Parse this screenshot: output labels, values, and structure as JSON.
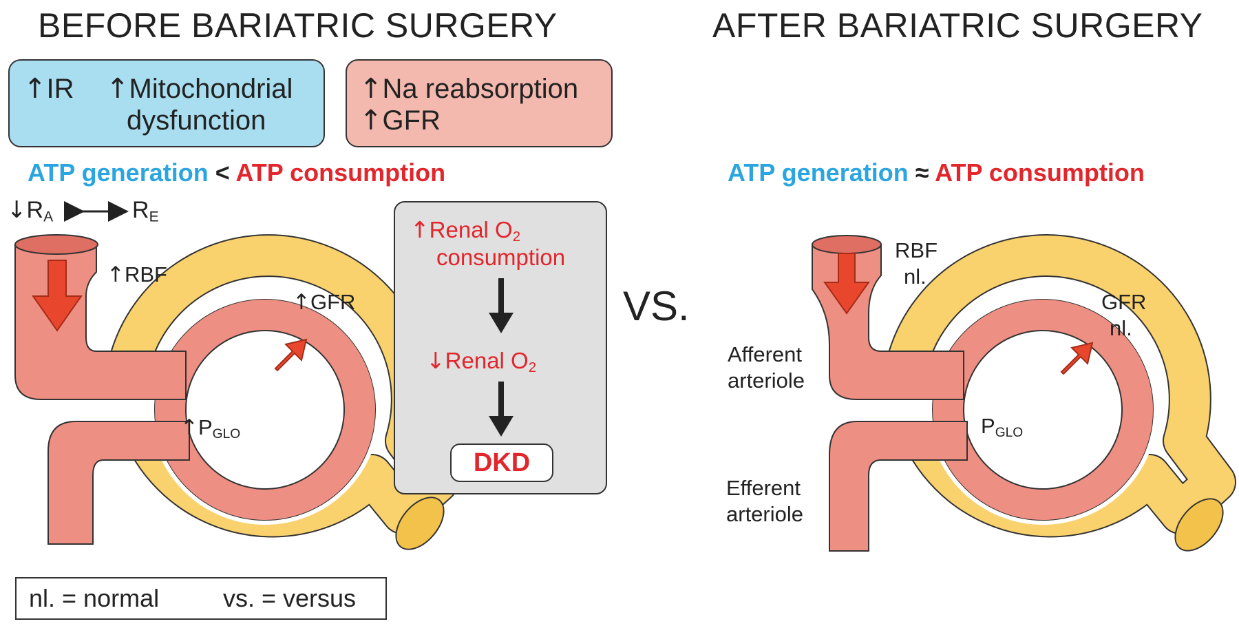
{
  "before": {
    "title": "BEFORE BARIATRIC SURGERY",
    "blue_box": {
      "ir": "IR",
      "mito_line1": "Mitochondrial",
      "mito_line2": "dysfunction"
    },
    "pink_box": {
      "line1": "Na reabsorption",
      "line2": "GFR"
    },
    "atp": {
      "generation": "ATP generation",
      "op": "<",
      "consumption": "ATP consumption"
    },
    "ra": "R",
    "ra_sub": "A",
    "re": "R",
    "re_sub": "E",
    "rbf": "RBF",
    "gfr": "GFR",
    "pglo": "P",
    "pglo_sub": "GLO"
  },
  "mechanism": {
    "step1_line1": "Renal O",
    "step1_sub": "2",
    "step1_line2": "consumption",
    "step2": "Renal O",
    "step2_sub": "2",
    "result": "DKD"
  },
  "versus": "VS.",
  "after": {
    "title": "AFTER BARIATRIC SURGERY",
    "atp": {
      "generation": "ATP generation",
      "op": "≈",
      "consumption": "ATP consumption"
    },
    "rbf_line1": "RBF",
    "rbf_line2": "nl.",
    "gfr_line1": "GFR",
    "gfr_line2": "nl.",
    "pglo": "P",
    "pglo_sub": "GLO",
    "afferent_line1": "Afferent",
    "afferent_line2": "arteriole",
    "efferent_line1": "Efferent",
    "efferent_line2": "arteriole"
  },
  "legend": {
    "nl": "nl. = normal",
    "vs": "vs. = versus"
  },
  "colors": {
    "blue_box": "#a9def1",
    "pink_box": "#f4b9ae",
    "vessel": "#ee8f83",
    "tubule": "#f9d26e",
    "arrow": "#e8472e",
    "gray_box": "#e0e0e0",
    "atp_blue": "#2aa5e0",
    "atp_red": "#e1262c"
  }
}
